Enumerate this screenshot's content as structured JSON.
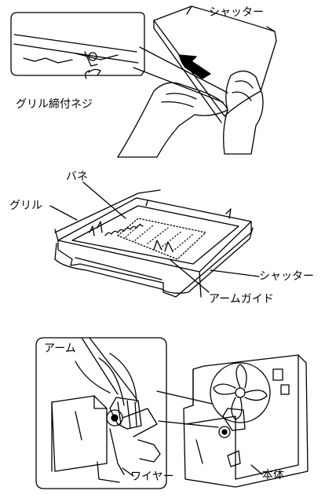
{
  "labels": {
    "shutter_top": "シャッター",
    "grille_screw": "グリル締付ネジ",
    "spring": "バネ",
    "grille": "グリル",
    "shutter_mid": "シャッター",
    "arm_guide": "アームガイド",
    "arm": "アーム",
    "wire": "ワイヤー",
    "body": "本体"
  }
}
